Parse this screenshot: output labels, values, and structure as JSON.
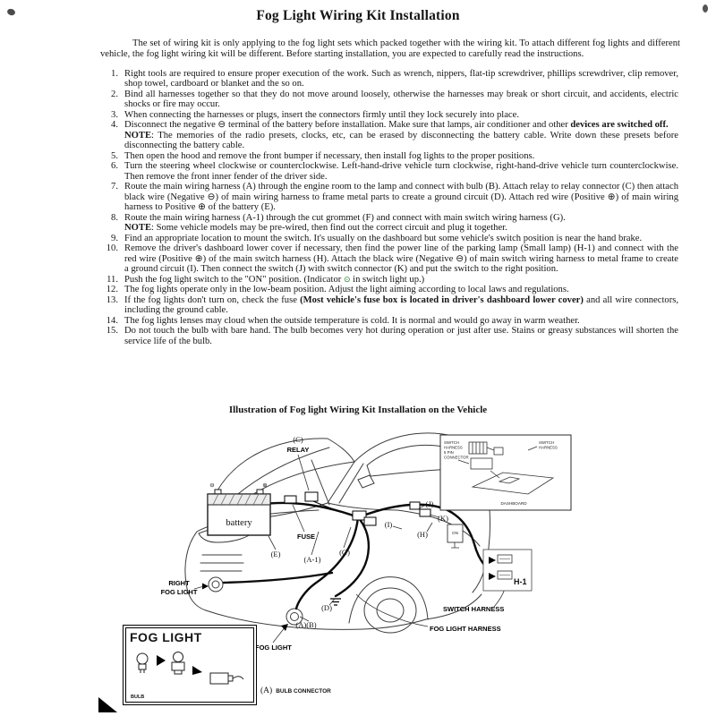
{
  "page": {
    "title": "Fog Light Wiring Kit Installation"
  },
  "intro": "The set of wiring kit is only applying to the fog light sets which packed together with the wiring kit. To attach different fog lights and different vehicle, the fog light wiring kit will be different. Before starting installation, you are expected to carefully read the instructions.",
  "instructions": [
    {
      "num": "1.",
      "parts": [
        {
          "t": "Right tools are required to ensure proper execution of the work. Such as wrench, nippers, flat-tip screwdriver, phillips screwdriver, clip remover, shop towel, cardboard or blanket and the so on."
        }
      ]
    },
    {
      "num": "2.",
      "parts": [
        {
          "t": "Bind all harnesses together so that they do not move around loosely, otherwise the harnesses may break or short circuit, and accidents, electric shocks or fire may occur."
        }
      ]
    },
    {
      "num": "3.",
      "parts": [
        {
          "t": "When connecting the harnesses or plugs, insert the connectors firmly until they lock securely into place."
        }
      ]
    },
    {
      "num": "4.",
      "parts": [
        {
          "t": "Disconnect the negative ⊖ terminal of the battery before installation. Make sure that lamps, air conditioner and other "
        },
        {
          "t": "devices are switched off.",
          "b": 1
        }
      ],
      "note": {
        "label": "NOTE",
        "text": ": The memories of the radio presets, clocks, etc, can be erased by disconnecting the battery cable. Write down these presets before disconnecting the battery cable."
      }
    },
    {
      "num": "5.",
      "parts": [
        {
          "t": "Then open the hood and remove the front bumper if necessary, then install fog lights to the proper positions."
        }
      ]
    },
    {
      "num": "6.",
      "parts": [
        {
          "t": "Turn the steering wheel clockwise or counterclockwise. Left-hand-drive vehicle turn clockwise, right-hand-drive vehicle turn counterclockwise. Then remove the front inner fender of the driver side."
        }
      ]
    },
    {
      "num": "7.",
      "parts": [
        {
          "t": "Route the main wiring harness (A) through the engine room to the lamp and connect with bulb (B). Attach relay to relay connector (C) then attach black wire (Negative ⊖) of main wiring harness to frame metal parts to create a ground circuit (D). Attach red wire (Positive ⊕) of main wiring harness to Positive ⊕ of the battery (E)."
        }
      ]
    },
    {
      "num": "8.",
      "parts": [
        {
          "t": "Route the main wiring harness (A-1) through the cut grommet (F) and connect with main switch wiring harness (G)."
        }
      ],
      "note": {
        "label": "NOTE",
        "text": ": Some vehicle models may be pre-wired, then find out the correct circuit and plug it together."
      }
    },
    {
      "num": "9.",
      "parts": [
        {
          "t": "Find an appropriate location to mount the switch. It's usually on the dashboard but some vehicle's switch position is near the hand brake."
        }
      ]
    },
    {
      "num": "10.",
      "parts": [
        {
          "t": "Remove the driver's dashboard lower cover if necessary, then find the power line of the parking lamp (Small lamp) (H-1) and connect with the red wire (Positive ⊕) of the main switch harness (H). Attach the black wire (Negative ⊖) of main switch wiring harness to metal frame to create a ground circuit (I). Then connect the switch (J) with switch connector (K) and put the switch to the right position."
        }
      ]
    },
    {
      "num": "11.",
      "parts": [
        {
          "t": "Push the fog light switch to the \"ON\" position. (Indicator "
        },
        {
          "t": "⊙",
          "cls": "ind"
        },
        {
          "t": " in switch light up.)"
        }
      ]
    },
    {
      "num": "12.",
      "parts": [
        {
          "t": "The fog lights operate only in the low-beam position. Adjust the light aiming according to local laws and regulations."
        }
      ]
    },
    {
      "num": "13.",
      "parts": [
        {
          "t": "If the fog lights don't turn on, check the fuse "
        },
        {
          "t": "(Most vehicle's fuse box is located in driver's dashboard lower cover)",
          "b": 1
        },
        {
          "t": " and all wire connectors, including the ground cable."
        }
      ]
    },
    {
      "num": "14.",
      "parts": [
        {
          "t": "The fog lights lenses may cloud when the outside temperature is cold. It is normal and would go away in warm weather."
        }
      ]
    },
    {
      "num": "15.",
      "parts": [
        {
          "t": "Do not touch the bulb with bare hand. The bulb becomes very hot during operation or just after use. Stains or greasy substances will shorten the service life of the bulb."
        }
      ]
    }
  ],
  "illustration": {
    "caption": "Illustration of Fog light Wiring Kit Installation on the Vehicle",
    "battery": {
      "label": "battery",
      "neg": "⊖",
      "pos": "⊕"
    },
    "labels": {
      "c_ref": "(C)",
      "relay": "RELAY",
      "fuse": "FUSE",
      "e_ref": "(E)",
      "a1_ref": "(A-1)",
      "g_ref": "(G)",
      "j_ref": "(J)",
      "k_ref": "(K)",
      "i_ref": "(I)",
      "h_ref": "(H)",
      "d_ref": "(D)",
      "ab_ref": "(A)(B)",
      "right_fog_1": "RIGHT",
      "right_fog_2": "FOG LIGHT",
      "left_fog": "LEFT FOG LIGHT",
      "fog_harness": "FOG LIGHT HARNESS",
      "switch_harness": "SWITCH HARNESS",
      "h1": "H-1"
    },
    "inset": {
      "sw1": "SWITCH",
      "sw2": "HARNESS",
      "sw3": "5 PIN",
      "sw4": "CONNECTOR",
      "sh1": "SWITCH",
      "sh2": "HARNESS",
      "dashboard": "DASHBOARD",
      "on": "ON"
    },
    "fog_box": {
      "title": "FOG LIGHT",
      "bulb": "BULB",
      "a_ref": "(A)",
      "connector": "BULB CONNECTOR"
    }
  }
}
